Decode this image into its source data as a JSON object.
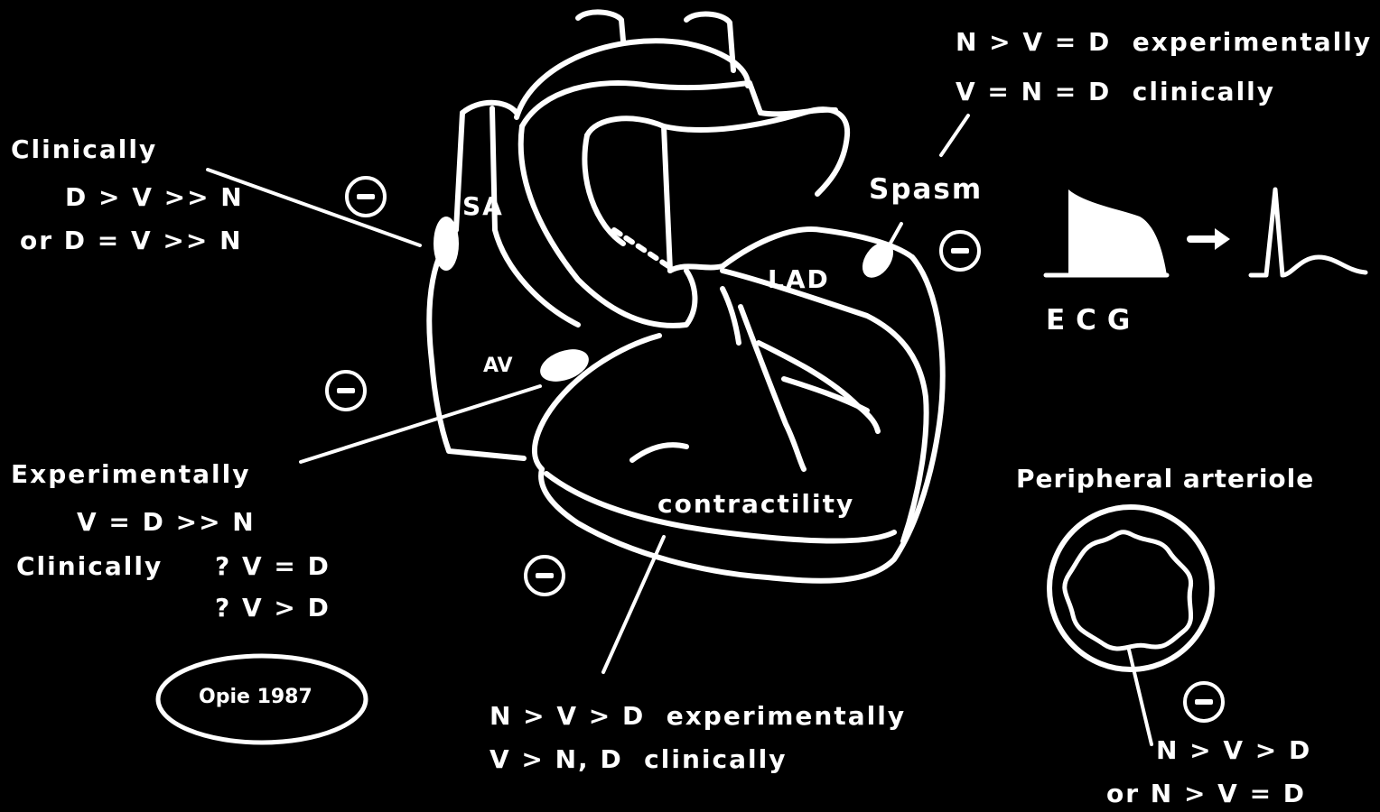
{
  "labels": {
    "sa_left": {
      "line1": "Clinically",
      "line2": "D > V >> N",
      "line3": "or D = V >> N"
    },
    "av_left": {
      "line1": "Experimentally",
      "line2": "V = D >> N",
      "line3": "Clinically",
      "line4": "? V = D",
      "line5": "? V > D"
    },
    "credit": "Opie 1987",
    "heart": {
      "sa": "SA",
      "av": "AV",
      "lad": "LAD",
      "contractility": "contractility",
      "spasm": "Spasm"
    },
    "top_right": {
      "line1": "N > V = D  experimentally",
      "line2": "V = N = D  clinically"
    },
    "ecg": "ECG",
    "bottom_center": {
      "line1": "N > V > D  experimentally",
      "line2": "V > N, D  clinically"
    },
    "arteriole": {
      "title": "Peripheral arteriole",
      "line1": "N > V > D",
      "line2": "or N > V = D"
    }
  },
  "icons": {
    "negative_sign": "minus-in-circle-icon",
    "ecg_trace": "ecg-waveform-icon",
    "arteriole": "arteriole-cross-section-icon",
    "heart": "heart-outline-icon"
  },
  "colors": {
    "background": "#000000",
    "foreground": "#ffffff"
  }
}
